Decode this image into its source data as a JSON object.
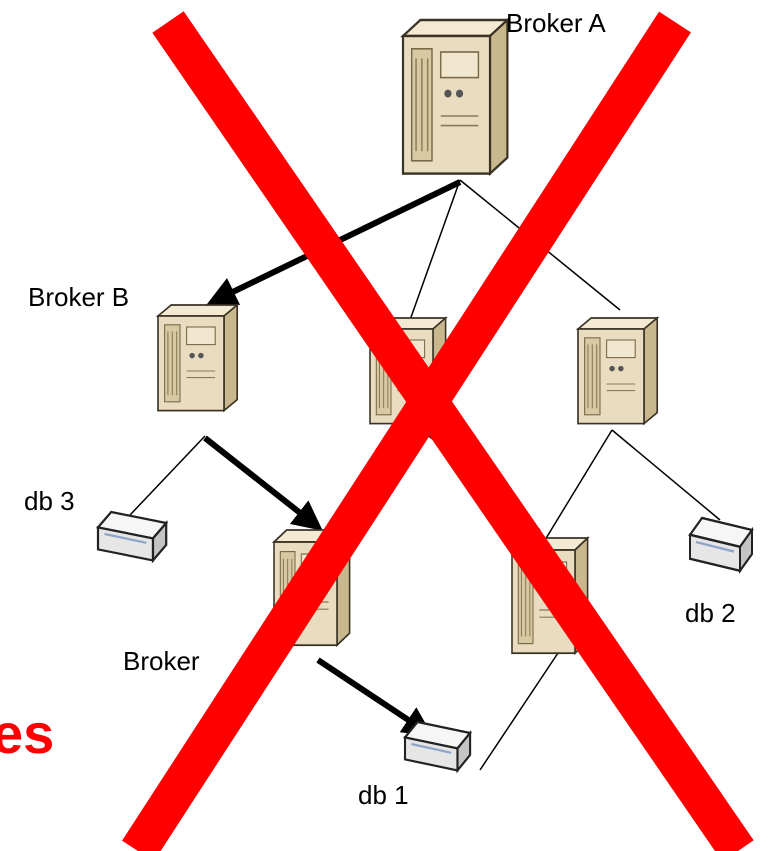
{
  "labels": {
    "broker_a": "Broker A",
    "broker_b": "Broker B",
    "broker_c": "Broker",
    "db1": "db 1",
    "db2": "db 2",
    "db3": "db 3"
  },
  "emphasis_text": "es",
  "icons": {
    "server": "server-tower-icon",
    "database": "database-box-icon"
  },
  "colors": {
    "cross": "#ff0000",
    "emphasis": "#ff0000",
    "arrow": "#000000",
    "server_body": "#e9dcc0",
    "server_side": "#c9b88e"
  }
}
